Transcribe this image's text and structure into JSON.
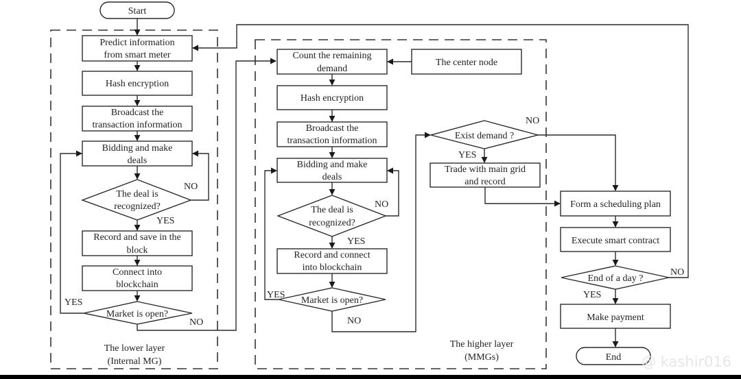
{
  "diagram": {
    "type": "flowchart",
    "regions": {
      "lower": {
        "caption_line1": "The lower layer",
        "caption_line2": "(Internal MG)"
      },
      "higher": {
        "caption_line1": "The higher layer",
        "caption_line2": "(MMGs)"
      }
    },
    "nodes": {
      "start": "Start",
      "predict_1": "Predict information",
      "predict_2": "from smart meter",
      "hash_lower": "Hash encryption",
      "broadcast_lower_1": "Broadcast the",
      "broadcast_lower_2": "transaction information",
      "bidding_lower_1": "Bidding and make",
      "bidding_lower_2": "deals",
      "deal_lower_1": "The deal is",
      "deal_lower_2": "recognized?",
      "record_lower_1": "Record and save in the",
      "record_lower_2": "block",
      "connect_lower_1": "Connect into",
      "connect_lower_2": "blockchain",
      "market_lower": "Market is open?",
      "count_1": "Count the remaining",
      "count_2": "demand",
      "center_node": "The center node",
      "hash_higher": "Hash encryption",
      "broadcast_higher_1": "Broadcast the",
      "broadcast_higher_2": "transaction information",
      "bidding_higher_1": "Bidding and make",
      "bidding_higher_2": "deals",
      "deal_higher_1": "The deal is",
      "deal_higher_2": "recognized?",
      "record_higher_1": "Record and connect",
      "record_higher_2": "into blockchain",
      "market_higher": "Market is open?",
      "exist_demand": "Exist demand ?",
      "trade_1": "Trade with main grid",
      "trade_2": "and record",
      "schedule": "Form a scheduling plan",
      "execute": "Execute smart contract",
      "end_day": "End of a day ?",
      "payment": "Make payment",
      "end": "End"
    },
    "edge_labels": {
      "yes": "YES",
      "no": "NO"
    },
    "watermark": "@ kashir016"
  }
}
